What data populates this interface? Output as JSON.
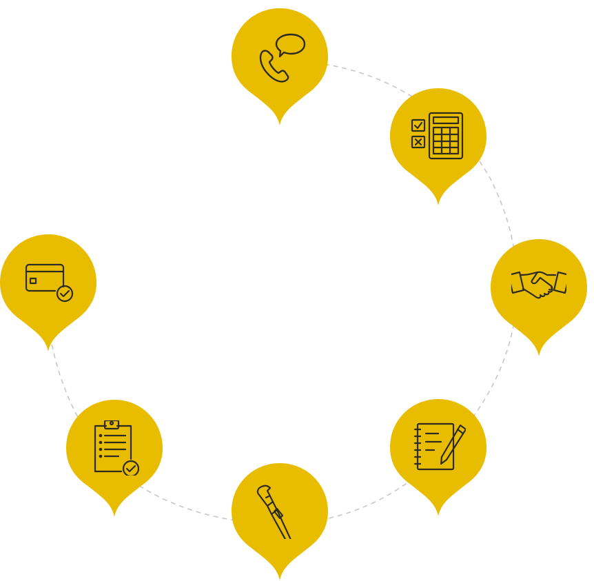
{
  "colors": {
    "pin_fill": "#E8BD00",
    "icon_stroke": "#2E2A1E",
    "ring_stroke": "#C7C7C7",
    "background": "#FFFFFF"
  },
  "pins": [
    {
      "id": "phone-chat",
      "icon": "phone-chat-icon"
    },
    {
      "id": "calculator-checklist",
      "icon": "calculator-checklist-icon"
    },
    {
      "id": "handshake",
      "icon": "handshake-icon"
    },
    {
      "id": "notepad-pencil",
      "icon": "notepad-pencil-icon"
    },
    {
      "id": "pipe-wrench",
      "icon": "pipe-wrench-icon"
    },
    {
      "id": "clipboard-check",
      "icon": "clipboard-check-icon"
    },
    {
      "id": "credit-card-check",
      "icon": "credit-card-check-icon"
    }
  ]
}
